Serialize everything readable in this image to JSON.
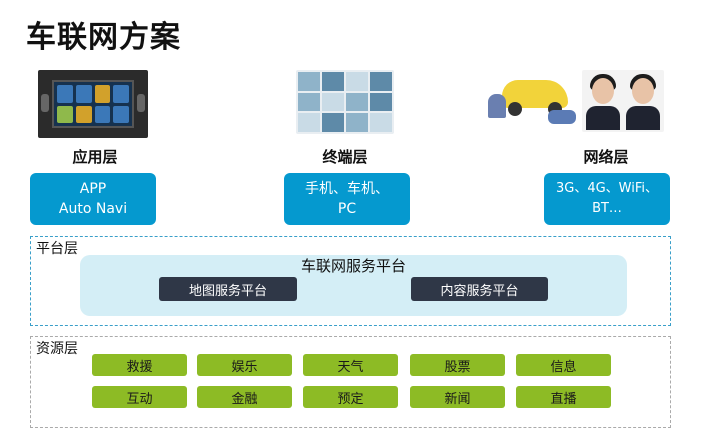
{
  "title": "车联网方案",
  "app_layer": {
    "label": "应用层",
    "box_lines": [
      "APP",
      "Auto Navi"
    ]
  },
  "terminal_layer": {
    "label": "终端层",
    "box_lines": [
      "手机、车机、",
      "PC"
    ]
  },
  "network_layer": {
    "label": "网络层",
    "box_lines": [
      "3G、4G、WiFi、",
      "BT…"
    ]
  },
  "platform_layer": {
    "label": "平台层",
    "platform_title": "车联网服务平台",
    "services": [
      "地图服务平台",
      "内容服务平台"
    ]
  },
  "resource_layer": {
    "label": "资源层",
    "row1": [
      "救援",
      "娱乐",
      "天气",
      "股票",
      "信息"
    ],
    "row2": [
      "互动",
      "金融",
      "预定",
      "新闻",
      "直播"
    ]
  },
  "colors": {
    "layer_box": "#0599cf",
    "platform_bg": "#d4eef6",
    "service_btn": "#2f3747",
    "resource_btn": "#8dbb25"
  },
  "icons": [
    "car-head-unit-image",
    "terminal-screens-image",
    "car-repair-image",
    "call-center-agents-image"
  ]
}
